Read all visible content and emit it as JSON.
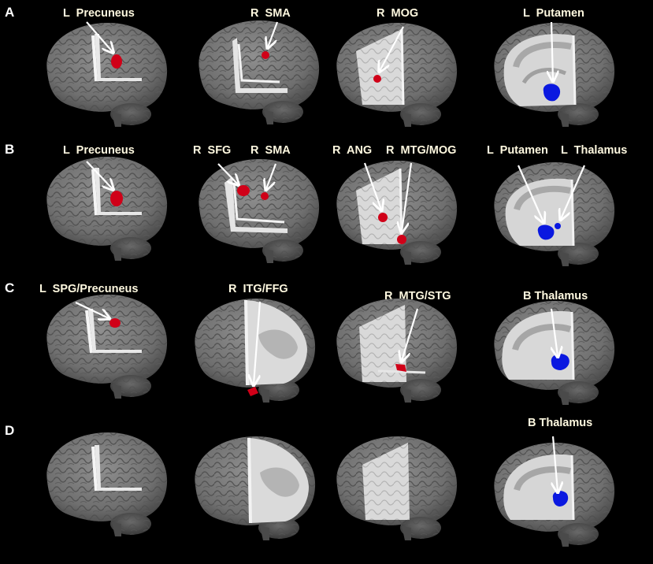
{
  "rows": [
    {
      "id": "A",
      "labels": [
        "L  Precuneus",
        "R  SMA",
        "R  MOG",
        "L  Putamen"
      ]
    },
    {
      "id": "B",
      "labels": [
        "L  Precuneus",
        "R  SFG",
        "R  SMA",
        "R  ANG",
        "R  MTG/MOG",
        "L  Putamen",
        "L  Thalamus"
      ]
    },
    {
      "id": "C",
      "labels": [
        "L  SPG/Precuneus",
        "R  ITG/FFG",
        "R  MTG/STG",
        "B Thalamus"
      ]
    },
    {
      "id": "D",
      "labels": [
        "B Thalamus"
      ]
    }
  ],
  "colors": {
    "background": "#000000",
    "brain": "#777777",
    "activation_red": "#d00018",
    "activation_blue": "#0a18e0",
    "label_text": "#fff9e0",
    "arrow": "#ffffff"
  }
}
